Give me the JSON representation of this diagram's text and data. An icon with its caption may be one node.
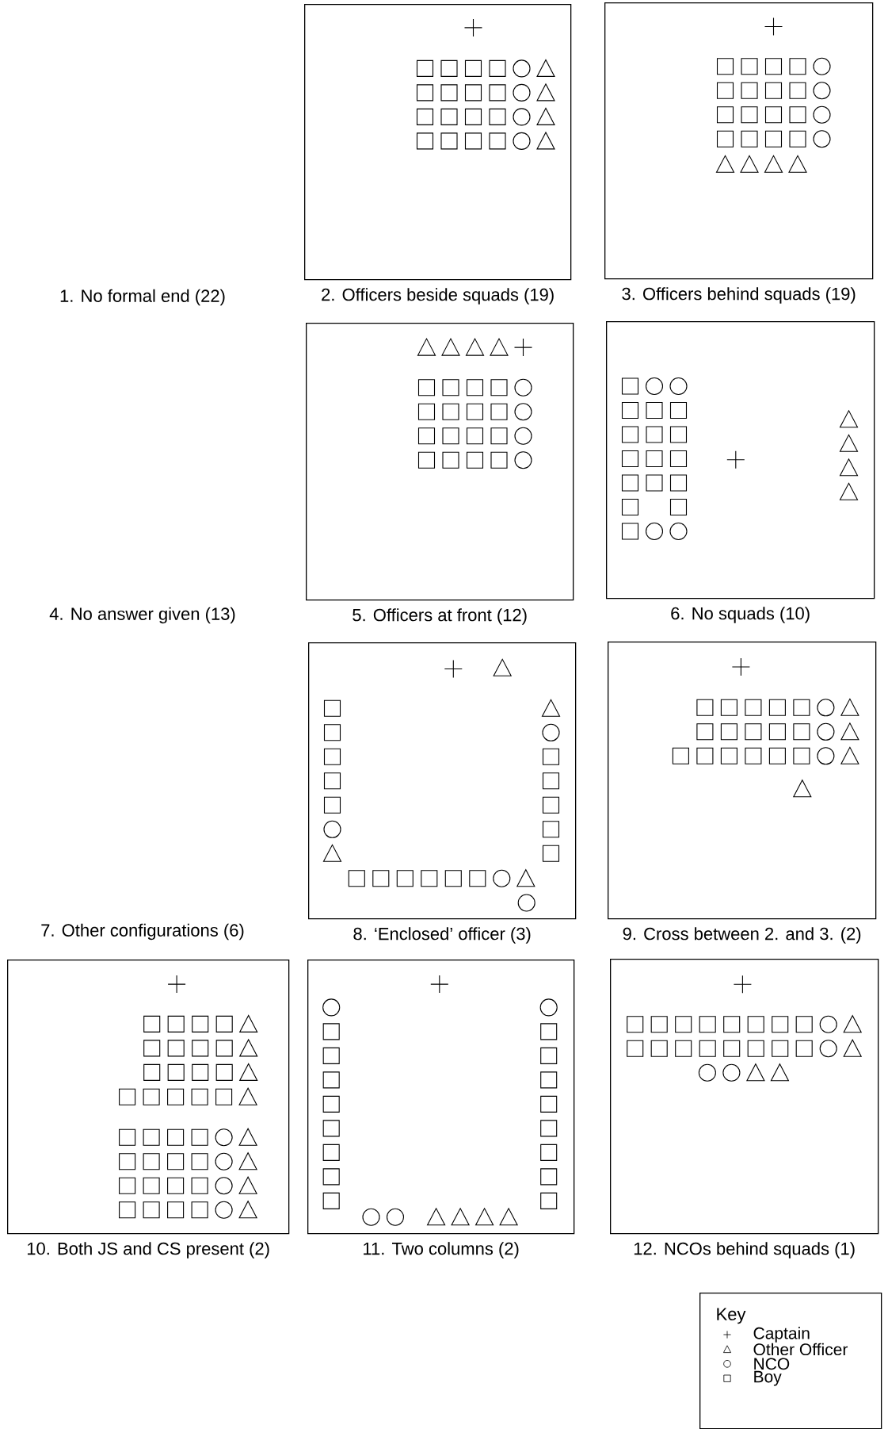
{
  "diagram": {
    "nodes": [
      {
        "text": [
          "2. Officers beside squads (19)"
        ]
      },
      {
        "text": [
          "3. Officers behind squads (19)"
        ]
      },
      {
        "text": [
          "5. Officers at front (12)"
        ]
      },
      {
        "text": [
          "6. No squads (10)"
        ]
      },
      {
        "text": [
          "8. ‘Enclosed’ officer (3)"
        ]
      },
      {
        "text": [
          "9. Cross between 2. and 3. (2)"
        ]
      },
      {
        "text": [
          "10. Both JS and CS present (2)"
        ]
      },
      {
        "text": [
          "11. Two columns (2)"
        ]
      },
      {
        "text": [
          "12. NCOs behind squads (1)"
        ]
      },
      {
        "text": [
          "Key"
        ]
      }
    ],
    "labels": [
      "1. No formal end (22)",
      "4. No answer given (13)",
      "7. Other configurations (6)"
    ],
    "legend": [
      {
        "text": "Captain"
      },
      {
        "text": "Other Officer"
      },
      {
        "text": "NCO"
      },
      {
        "text": "Boy"
      }
    ]
  }
}
